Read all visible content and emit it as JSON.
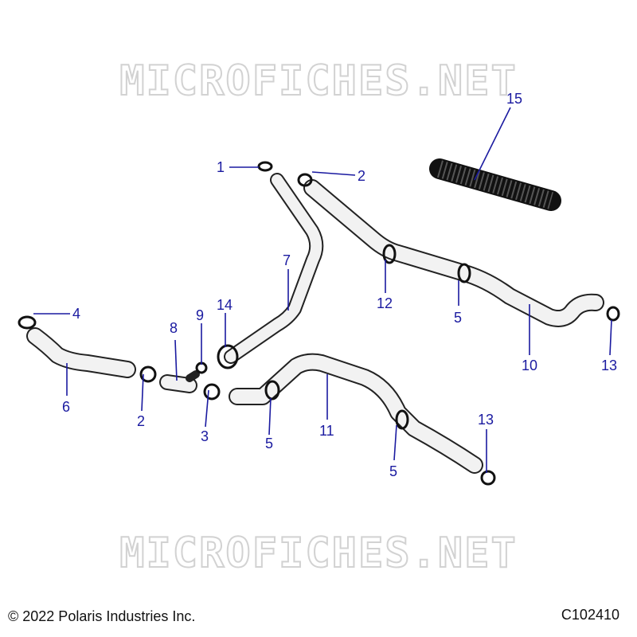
{
  "watermark": "MICROFICHES.NET",
  "footer": {
    "copyright": "© 2022 Polaris Industries Inc.",
    "code": "C102410"
  },
  "callouts": [
    "1",
    "2",
    "4",
    "6",
    "2",
    "8",
    "9",
    "14",
    "3",
    "7",
    "12",
    "5",
    "10",
    "13",
    "15",
    "11",
    "5",
    "5",
    "13"
  ],
  "colors": {
    "callout": "#1a1aa0",
    "hose_fill": "#f2f2f2",
    "outline": "#222222",
    "watermark": "#d2d2d2"
  }
}
